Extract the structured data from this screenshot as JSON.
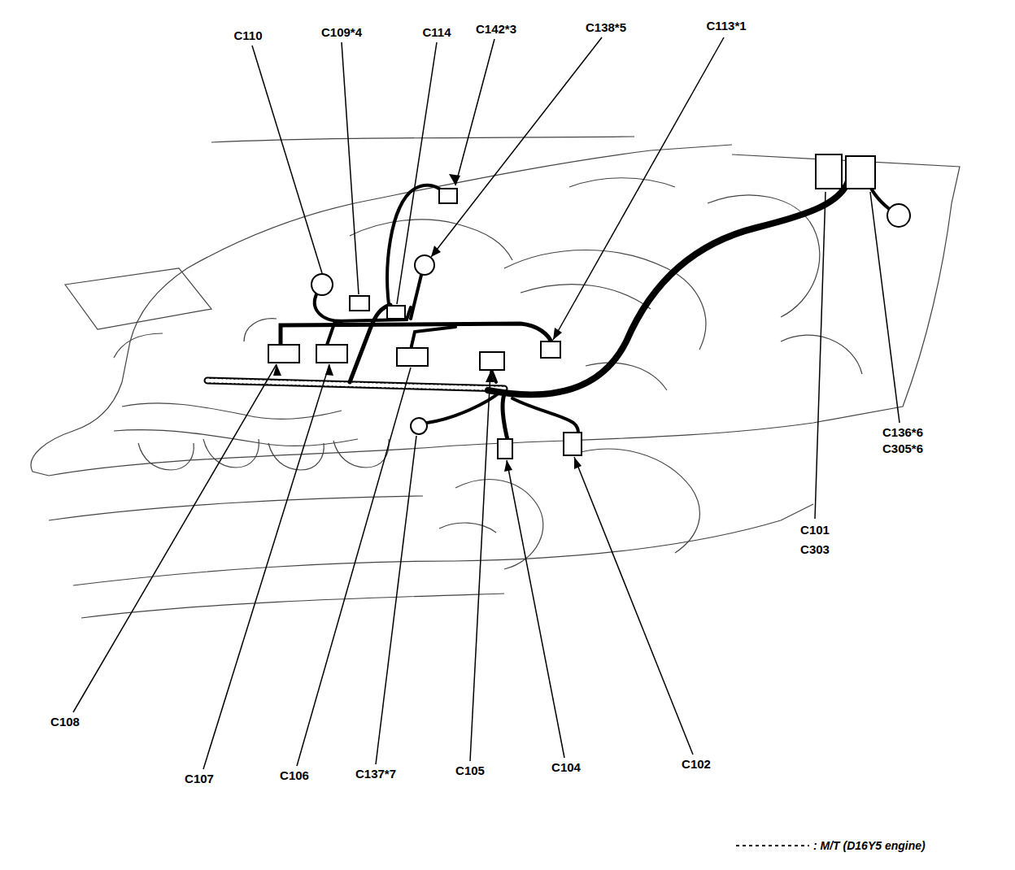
{
  "diagram": {
    "labels": [
      "C110",
      "C109*4",
      "C114",
      "C142*3",
      "C138*5",
      "C113*1",
      "C136*6",
      "C305*6",
      "C101",
      "C303",
      "C108",
      "C107",
      "C106",
      "C137*7",
      "C105",
      "C104",
      "C102"
    ],
    "legend": [
      {
        "text": ": M/T (D16Y5 engine)"
      }
    ]
  }
}
